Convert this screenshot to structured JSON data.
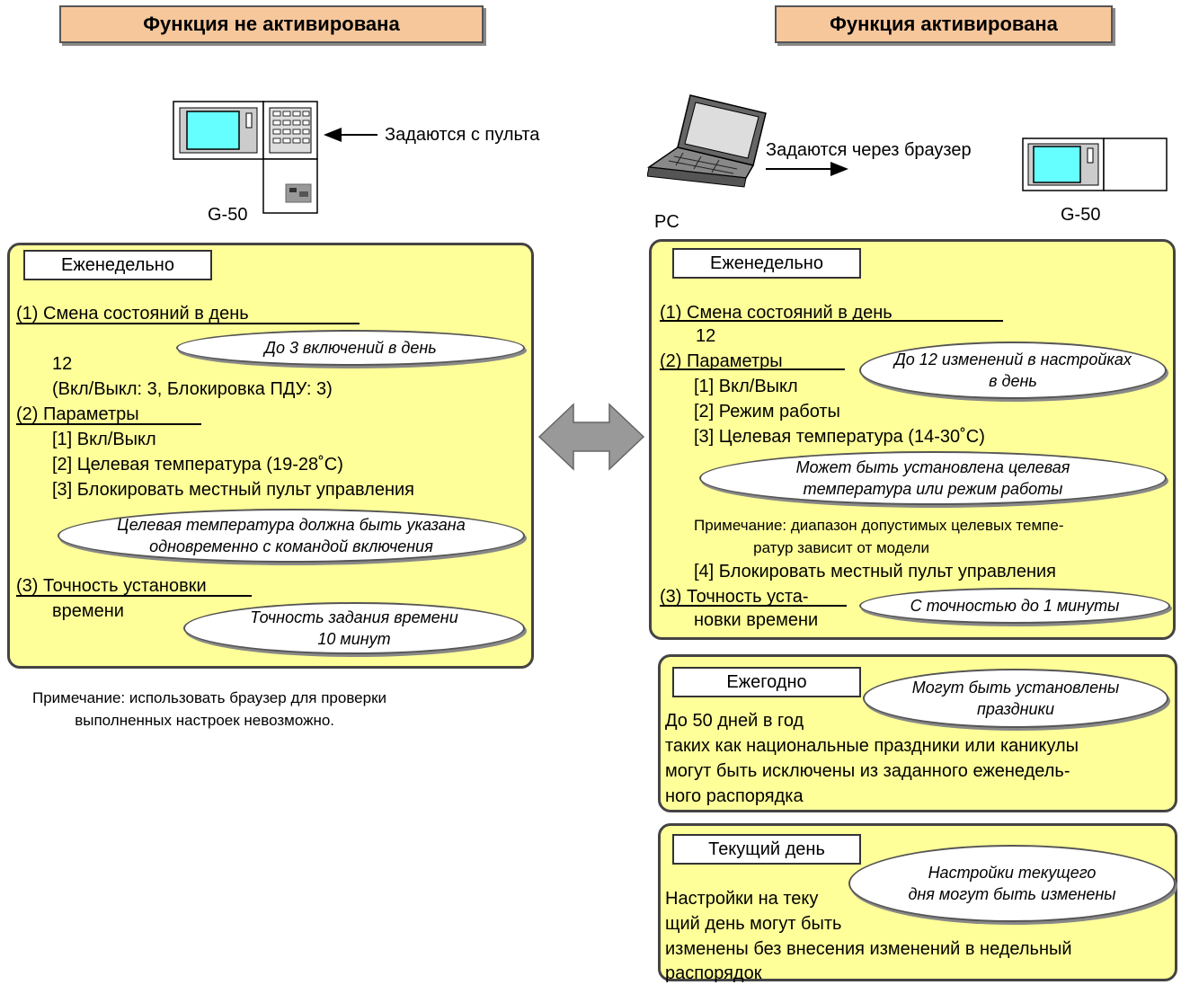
{
  "left": {
    "header": "Функция не активирована",
    "device_label": "G-50",
    "arrow_label": "Задаются с пульта",
    "panel": {
      "tab": "Еженедельно",
      "item1_title": "(1) Смена состояний в день",
      "bubble1": "До 3 включений в день",
      "item1_value": "12",
      "item1_detail": "(Вкл/Выкл:  3, Блокировка ПДУ: 3)",
      "item2_title": "(2) Параметры",
      "param1": "[1]  Вкл/Выкл",
      "param2": "[2]  Целевая температура (19-28˚C)",
      "param3": "[3]  Блокировать местный пульт управления",
      "bubble2": "Целевая температура должна быть указана\nодновременно с командой включения",
      "item3_title": "(3) Точность установки",
      "item3_title2": "времени",
      "bubble3": "Точность задания времени\n10 минут"
    },
    "note": "Примечание: использовать браузер для проверки\n          выполненных настроек невозможно."
  },
  "right": {
    "header": "Функция активирована",
    "pc_label": "PC",
    "device_label": "G-50",
    "arrow_label": "Задаются через браузер",
    "weekly": {
      "tab": "Еженедельно",
      "item1_title": "(1) Смена состояний в день",
      "item1_value": "12",
      "item2_title": "(2) Параметры",
      "bubble1": "До 12 изменений в настройках\nв день",
      "param1": "[1]  Вкл/Выкл",
      "param2": "[2]  Режим  работы",
      "param3": "[3]  Целевая температура (14-30˚C)",
      "bubble2": "Может быть установлена целевая\nтемпература или режим работы",
      "note": "Примечание: диапазон допустимых целевых темпе-\n              ратур зависит от модели",
      "param4": "[4]  Блокировать местный пульт управления",
      "item3_title": "(3) Точность уста-",
      "item3_title2": "новки времени",
      "bubble3": "С точностью до 1 минуты"
    },
    "yearly": {
      "tab": "Ежегодно",
      "bubble": "Могут быть установлены\nпраздники",
      "line1": "До 50 дней в год",
      "line2": "таких как национальные праздники или каникулы",
      "line3": "могут быть исключены из заданного еженедель-",
      "line4": "ного распорядка"
    },
    "today": {
      "tab": "Текущий день",
      "bubble": "Настройки текущего\nдня могут быть изменены",
      "line1": "Настройки на теку",
      "line2": " щий день могут быть",
      "line3": " изменены без внесения изменений в недельный",
      "line4": "распорядок"
    }
  },
  "colors": {
    "panel": "#ffff99",
    "header": "#f7c79c",
    "screen": "#66ffff",
    "arrow": "#999999"
  }
}
